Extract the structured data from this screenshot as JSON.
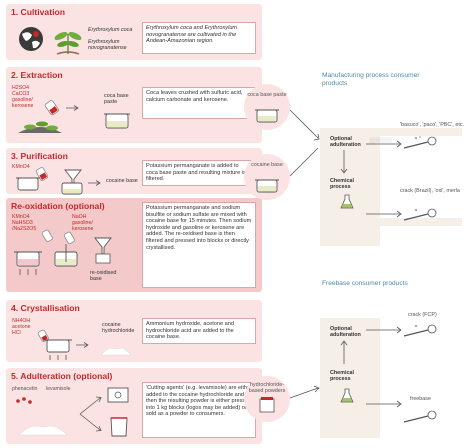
{
  "steps": [
    {
      "title": "1. Cultivation",
      "plant1": "Erythroxylum coca",
      "plant2": "Erythroxylum novogranatense",
      "desc": "Erythroxylum coca and Erythroxylum novogranatense are cultivated in the Andean-Amazonian region."
    },
    {
      "title": "2. Extraction",
      "chem1": "H2SO4",
      "chem2": "CaCO3",
      "chem3": "gasoline/",
      "chem4": "kerosene",
      "product": "coca base paste",
      "desc": "Coca leaves crushed with sulfuric acid, calcium carbonate and kerosene."
    },
    {
      "title": "3. Purification",
      "chem1": "KMnO4",
      "product": "cocaine base",
      "desc": "Potassium permanganate is added to coca base paste and resulting mixture is filtered."
    },
    {
      "title": "Re-oxidation (optional)",
      "chem1": "KMnO4",
      "chem2": "NaHSO3",
      "chem3": "/Na2S2O5",
      "chem4": "NaOH",
      "chem5": "gasoline/",
      "chem6": "kerosene",
      "product": "re-oxidised base",
      "desc": "Potassium permanganate and sodium bisulfite or sodium sulfate are mixed with cocaine base for 15 minutes. Then sodium hydroxide and gasoline or kerosene are added. The re-oxidised base is then filtered and pressed into blocks or directly crystallised."
    },
    {
      "title": "4. Crystallisation",
      "chem1": "NH4OH",
      "chem2": "acetone",
      "chem3": "HCl",
      "product": "cocaine hydrochloride",
      "desc": "Ammonium hydroxide, acetone and hydrochloride acid are added to the cocaine base."
    },
    {
      "title": "5. Adulteration (optional)",
      "chem1": "phenacetin",
      "chem2": "levamisole",
      "desc": "'Cutting agents' (e.g. levamisole) are either added to the cocaine hydrochloride and then the resulting powder is either pressed into 1 kg blocks (logos may be added) or sold as a powder to consumers."
    }
  ],
  "circles": [
    {
      "label": "coca base paste"
    },
    {
      "label": "cocaine base"
    },
    {
      "label": "hydrochloride-based powders"
    }
  ],
  "manufacturing": {
    "title": "Manufacturing process consumer products",
    "node1": "Optional adulteration",
    "node2": "Chemical process",
    "prod1": "'basuco', 'paco', 'PBC', etc.",
    "prod2": "crack (Brazil), 'oxi', merla"
  },
  "freebase": {
    "title": "Freebase consumer products",
    "node1": "Optional adulteration",
    "node2": "Chemical process",
    "prod1": "crack (FCP)",
    "prod2": "freebase"
  },
  "colors": {
    "red": "#c62828",
    "pink_light": "#fbe3e3",
    "pink_dark": "#f4c9c9",
    "blue": "#4a8aa6",
    "panel": "#f6efe8"
  }
}
